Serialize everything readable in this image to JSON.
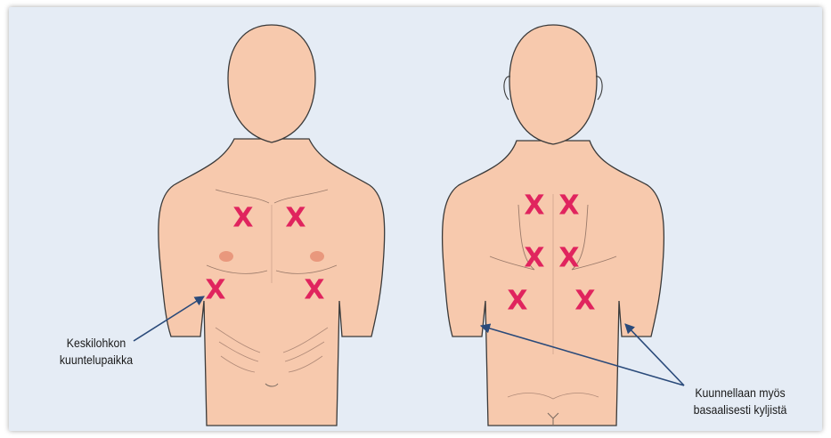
{
  "labels": {
    "middle_lobe": {
      "line1": "Keskilohkon",
      "line2": "kuuntelupaikka"
    },
    "basal": {
      "line1": "Kuunnellaan myös",
      "line2": "basaalisesti kyljistä"
    }
  },
  "marker_symbol": "X",
  "colors": {
    "background": "#e5ecf5",
    "skin": "#f7c9ad",
    "outline": "#3a3a3a",
    "marker": "#e0245e",
    "arrow": "#2a4a7a",
    "nipple": "#e9987d"
  }
}
